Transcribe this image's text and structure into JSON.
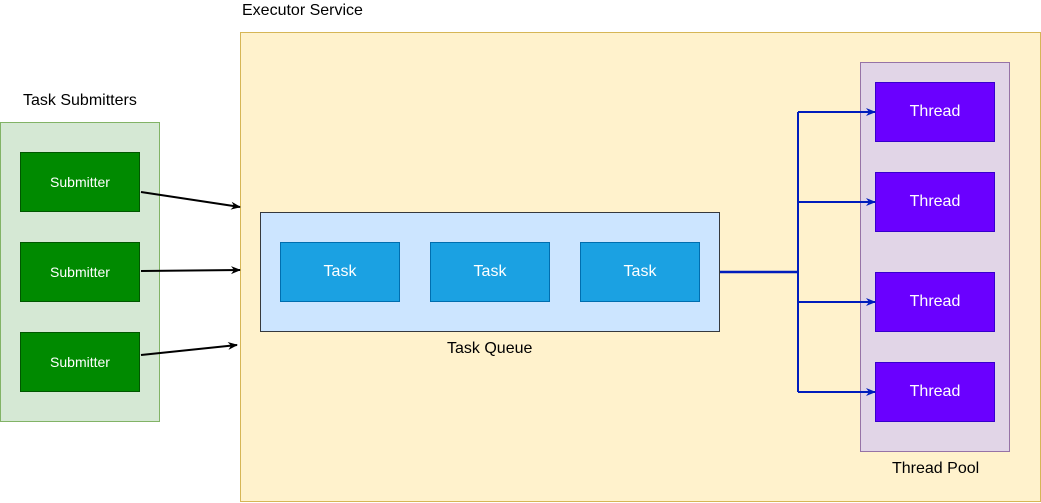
{
  "colors": {
    "executor_fill": "#fff2cc",
    "submitters_fill": "#d5e8d4",
    "submitter_fill": "#008a00",
    "queue_fill": "#cce5ff",
    "task_fill": "#1ba1e2",
    "pool_fill": "#e1d5e7",
    "thread_fill": "#6a00ff",
    "submit_arrow": "#000000",
    "dispatch_arrow": "#001dbc",
    "node_text": "#ffffff"
  },
  "executor": {
    "title": "Executor Service"
  },
  "submitters": {
    "title": "Task Submitters",
    "items": [
      {
        "label": "Submitter"
      },
      {
        "label": "Submitter"
      },
      {
        "label": "Submitter"
      }
    ]
  },
  "queue": {
    "title": "Task Queue",
    "tasks": [
      {
        "label": "Task"
      },
      {
        "label": "Task"
      },
      {
        "label": "Task"
      }
    ]
  },
  "pool": {
    "title": "Thread Pool",
    "threads": [
      {
        "label": "Thread"
      },
      {
        "label": "Thread"
      },
      {
        "label": "Thread"
      },
      {
        "label": "Thread"
      }
    ]
  }
}
